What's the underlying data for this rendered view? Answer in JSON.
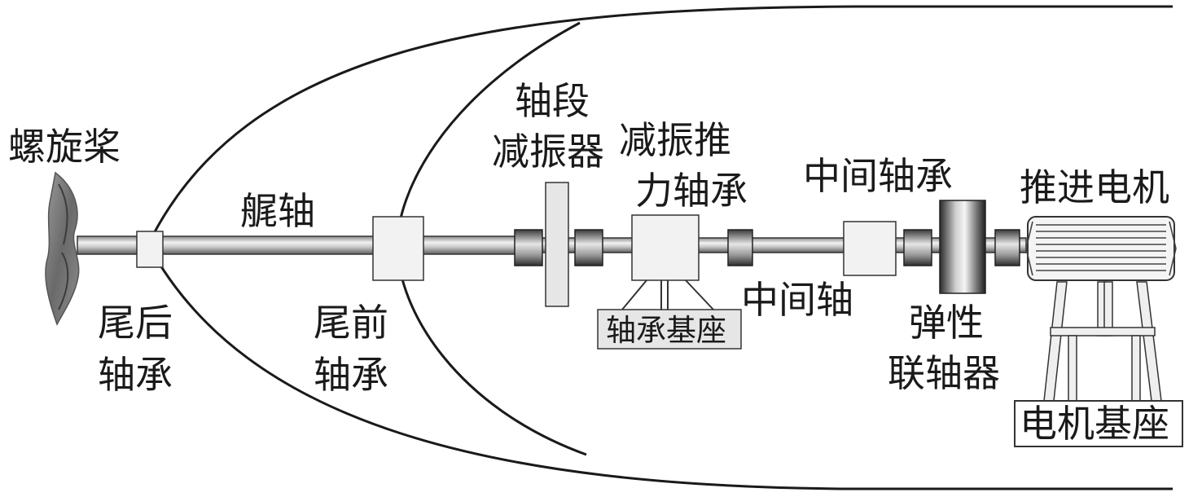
{
  "diagram": {
    "labels": {
      "propeller": "螺旋桨",
      "stern_shaft": "艉轴",
      "aft_stern_bearing": [
        "尾后",
        "轴承"
      ],
      "fwd_stern_bearing": [
        "尾前",
        "轴承"
      ],
      "shaft_damper": [
        "轴段",
        "减振器"
      ],
      "damping_thrust_bearing": [
        "减振推",
        "力轴承"
      ],
      "bearing_base": "轴承基座",
      "intermediate_shaft": "中间轴",
      "intermediate_bearing": "中间轴承",
      "elastic_coupling": [
        "弹性",
        "联轴器"
      ],
      "propulsion_motor": "推进电机",
      "motor_base": "电机基座"
    }
  }
}
